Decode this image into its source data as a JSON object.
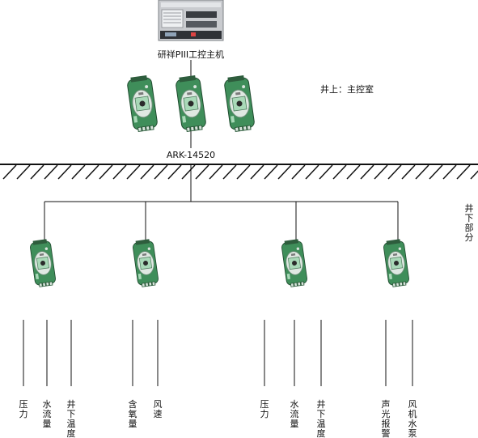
{
  "host": {
    "label": "研祥PIII工控主机"
  },
  "bus": {
    "label": "ARK-14520"
  },
  "surface": {
    "label": "井上：主控室"
  },
  "underground": {
    "label": "井下部分"
  },
  "upper_modules": [
    {
      "id": "upper-1"
    },
    {
      "id": "upper-2"
    },
    {
      "id": "upper-3"
    }
  ],
  "lower_modules": [
    {
      "id": "node-1",
      "sensors": [
        "压力",
        "水流量",
        "井下温度"
      ]
    },
    {
      "id": "node-2",
      "sensors": [
        "含氧量",
        "风速"
      ]
    },
    {
      "id": "node-3",
      "sensors": [
        "压力",
        "水流量",
        "井下温度"
      ]
    },
    {
      "id": "node-4",
      "sensors": [
        "声光报警",
        "风机水泵"
      ]
    }
  ],
  "colors": {
    "line": "#111111",
    "module_green": "#3f8e5a",
    "module_light": "#a9d9b8",
    "module_face": "#dfe8e2",
    "pc_body": "#c9cbcf",
    "pc_dark": "#3a3d42"
  }
}
